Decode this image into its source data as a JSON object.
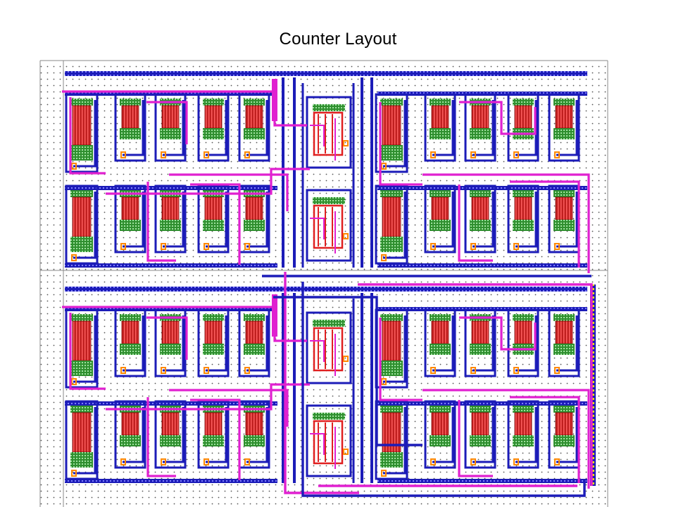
{
  "slide": {
    "title": "Counter Layout"
  },
  "layout_view": {
    "layers": [
      {
        "name": "metal1",
        "color": "#1c1cb8"
      },
      {
        "name": "metal2",
        "color": "#e020d0"
      },
      {
        "name": "poly",
        "color": "#e02020"
      },
      {
        "name": "active",
        "color": "#30a030"
      },
      {
        "name": "contact",
        "color": "#ff8800"
      },
      {
        "name": "pin",
        "color": "#f0e000"
      }
    ],
    "background": "#ffffff",
    "grid_dot_color": "#555555",
    "grid": true
  }
}
